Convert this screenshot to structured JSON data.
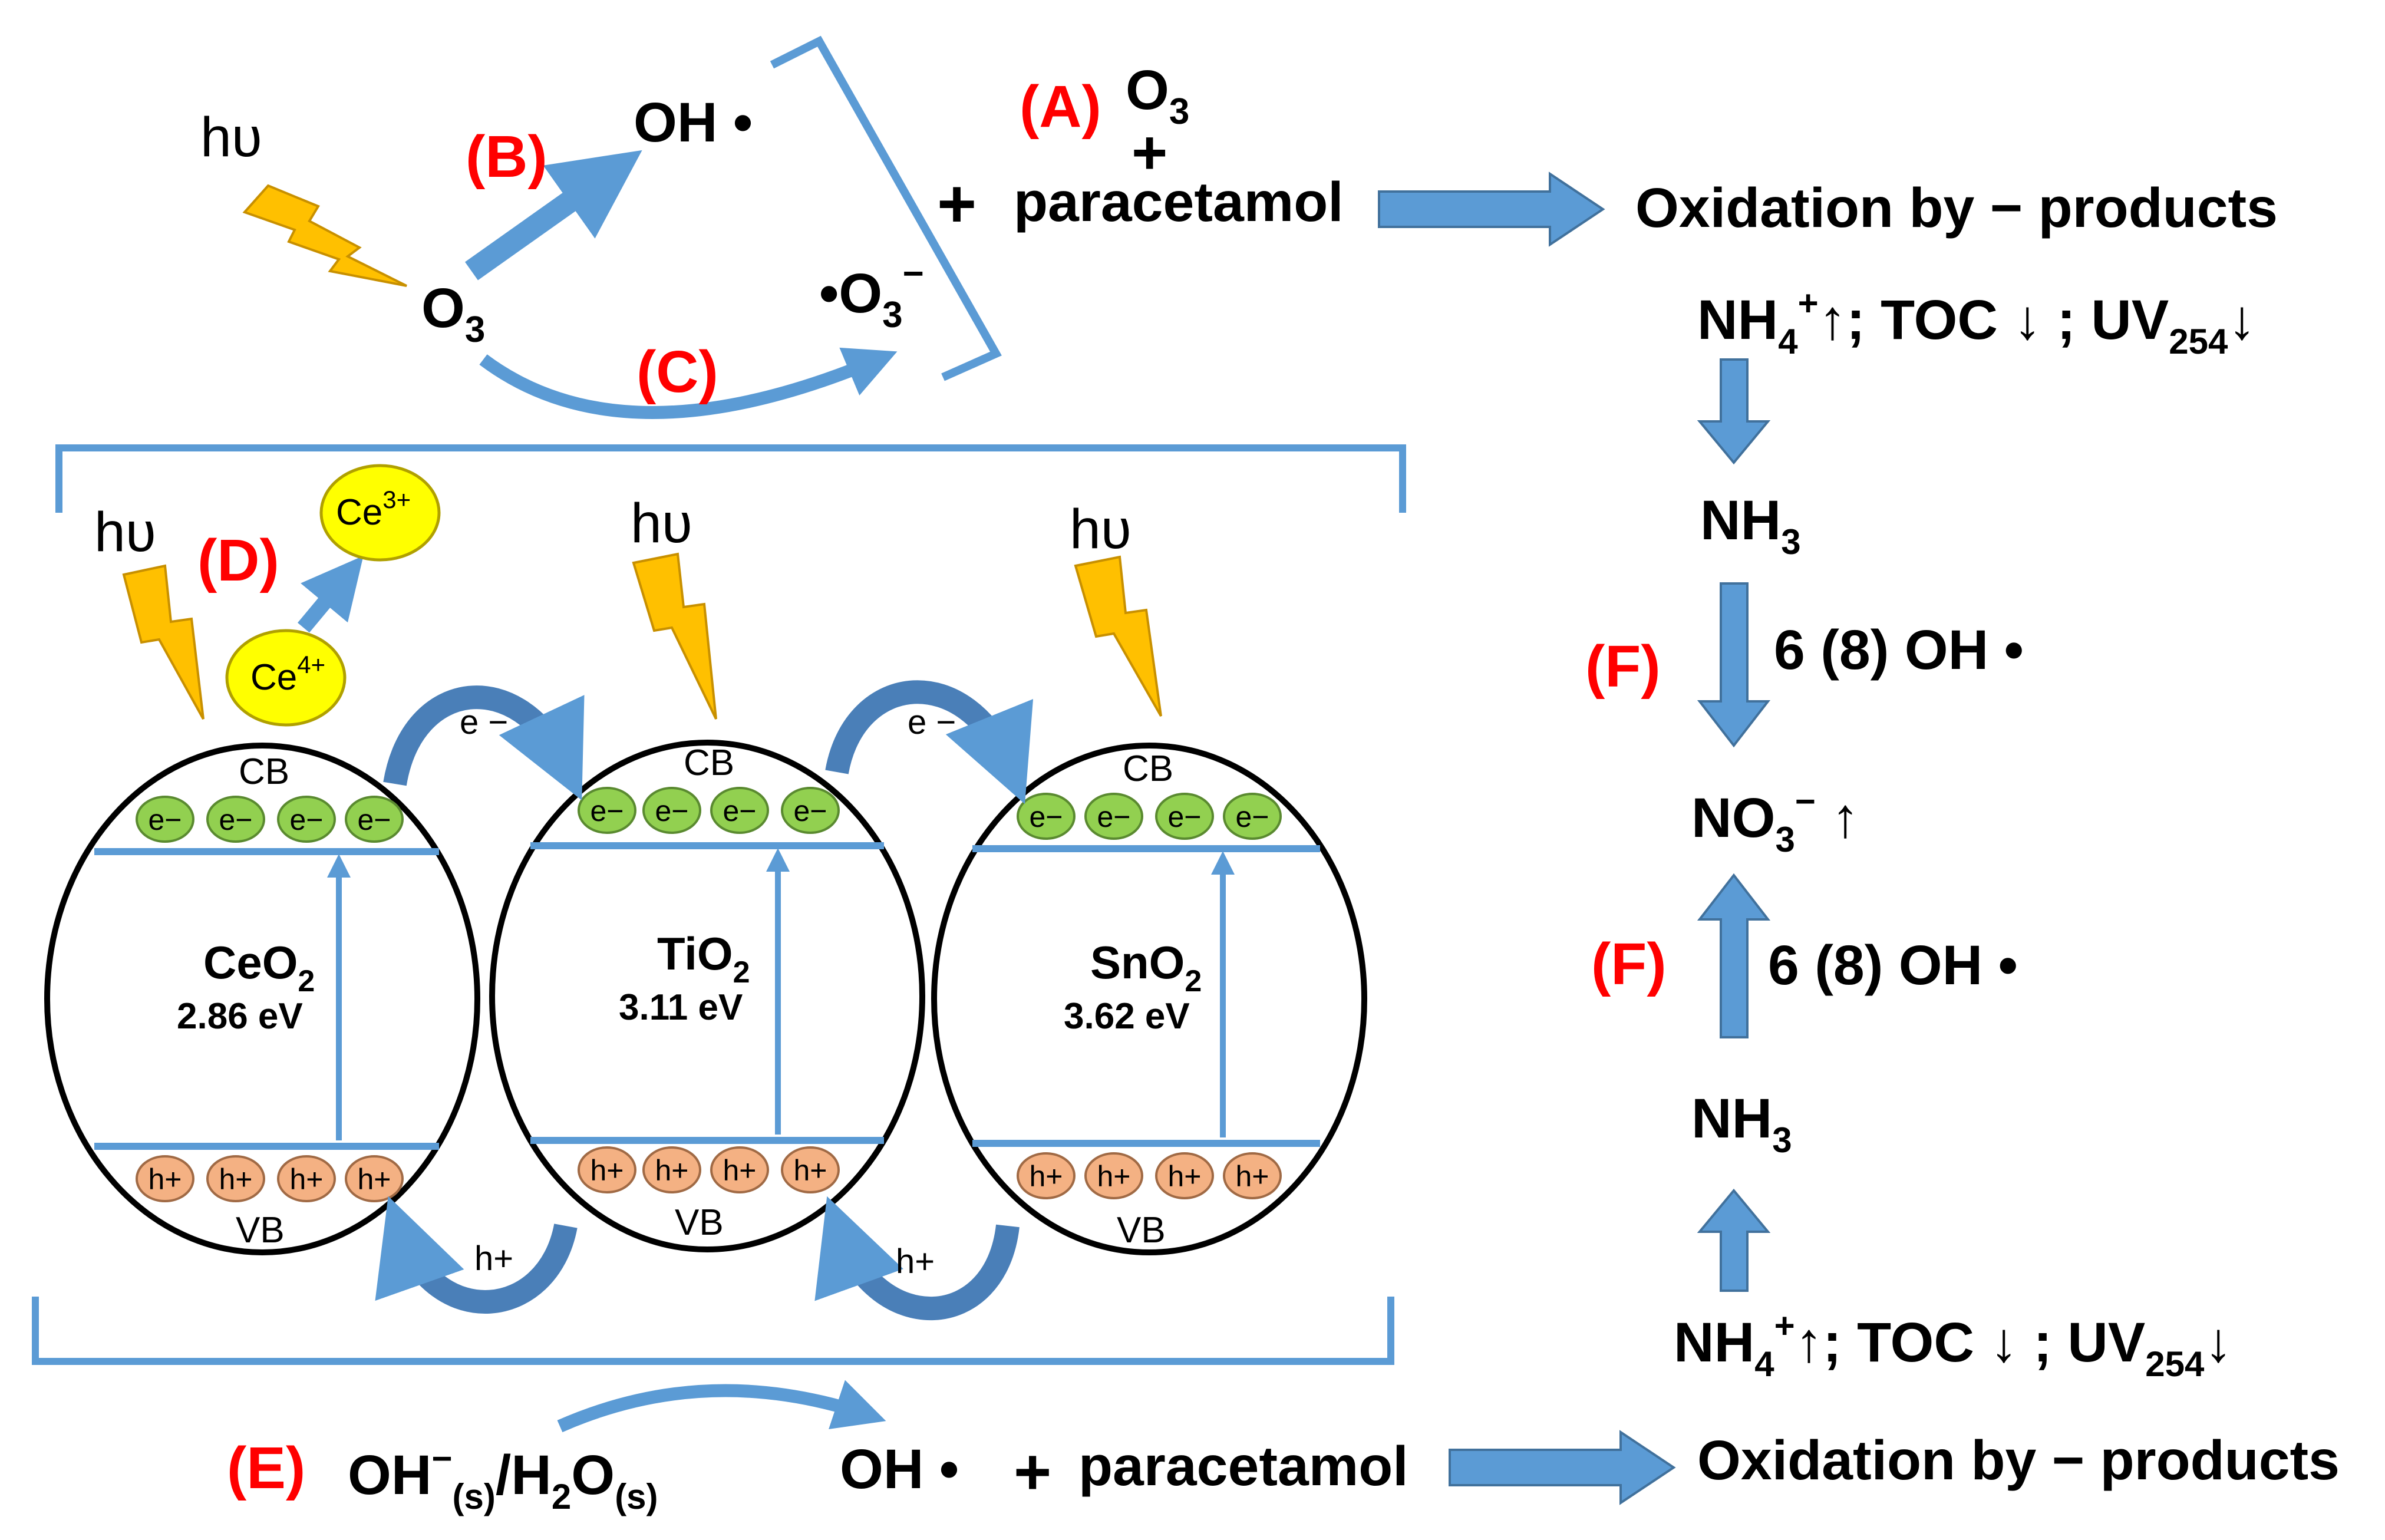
{
  "colors": {
    "arrow": "#5b9bd5",
    "label_red": "#ff0000",
    "lightning": "#ffc000",
    "electron": "#92d050",
    "hole": "#f4b183",
    "cerium": "#ffff00"
  },
  "labels": {
    "A": "(A)",
    "B": "(B)",
    "C": "(C)",
    "D": "(D)",
    "E": "(E)",
    "F": "(F)"
  },
  "top": {
    "hv": "hυ",
    "o3_main": "O",
    "o3_sub": "3",
    "oh_radical": "OH •",
    "o3_radical_main": "•O",
    "o3_radical_sub": "3",
    "o3_radical_sup": "−",
    "plus": "+",
    "reagent_o3_main": "O",
    "reagent_o3_sub": "3",
    "reagent_plus": "+",
    "paracetamol": "paracetamol",
    "products": "Oxidation by − products"
  },
  "right_chain": {
    "nh4_top": {
      "main": "NH",
      "sub": "4",
      "sup": "+",
      "rest": "↑; TOC ↓ ;  UV",
      "uv_sub": "254",
      "end": "↓"
    },
    "nh3_top": {
      "main": "NH",
      "sub": "3"
    },
    "oh_top": "6 (8) OH •",
    "no3": {
      "main": "NO",
      "sub": "3",
      "sup": "−",
      "end": " ↑"
    },
    "oh_bottom": "6 (8) OH •",
    "nh3_bottom": {
      "main": "NH",
      "sub": "3"
    },
    "nh4_bottom": {
      "main": "NH",
      "sub": "4",
      "sup": "+",
      "rest": "↑; TOC ↓ ;  UV",
      "uv_sub": "254",
      "end": "↓"
    }
  },
  "semiconductors": [
    {
      "name_main": "CeO",
      "name_sub": "2",
      "gap": "2.86 eV",
      "cb": "CB",
      "vb": "VB",
      "hv": "hυ"
    },
    {
      "name_main": "TiO",
      "name_sub": "2",
      "gap": "3.11 eV",
      "cb": "CB",
      "vb": "VB",
      "hv": "hυ"
    },
    {
      "name_main": "SnO",
      "name_sub": "2",
      "gap": "3.62 eV",
      "cb": "CB",
      "vb": "VB",
      "hv": "hυ"
    }
  ],
  "carriers": {
    "electron": "e−",
    "hole": "h+"
  },
  "transfer": {
    "electron": "e −",
    "hole": "h+"
  },
  "cerium": {
    "ce4_main": "Ce",
    "ce4_sup": "4+",
    "ce3_main": "Ce",
    "ce3_sup": "3+"
  },
  "bottom": {
    "oh_minus": {
      "main": "OH",
      "sup": "−",
      "sub": "(s)"
    },
    "slash": "/",
    "h2o": {
      "main": "H",
      "sub1": "2",
      "mid": "O",
      "sub2": "(s)"
    },
    "oh_radical": "OH •",
    "plus": "+",
    "paracetamol": "paracetamol",
    "products": "Oxidation by − products"
  },
  "icons": [
    "lightning-icon",
    "arrow-icon",
    "bracket-icon"
  ]
}
